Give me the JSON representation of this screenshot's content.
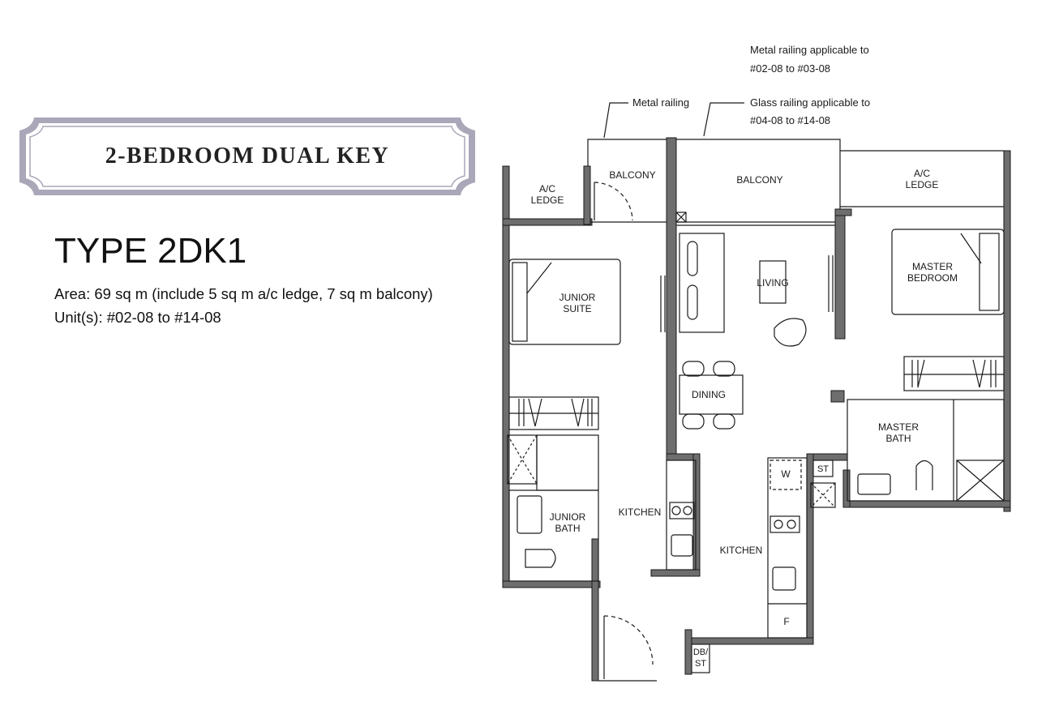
{
  "header": {
    "title": "2-BEDROOM DUAL KEY",
    "type_name": "TYPE 2DK1",
    "area_label": "Area:",
    "area_value": "69 sq m (include 5 sq m a/c ledge, 7 sq m balcony)",
    "units_label": "Unit(s):",
    "units_value": "#02-08 to #14-08"
  },
  "annotations": {
    "metal_railing": "Metal railing",
    "metal_railing_note_1": "Metal railing applicable to",
    "metal_railing_note_2": "#02-08 to #03-08",
    "glass_railing_note_1": "Glass railing applicable to",
    "glass_railing_note_2": "#04-08 to #14-08"
  },
  "rooms": {
    "ac_ledge_left_1": "A/C",
    "ac_ledge_left_2": "LEDGE",
    "balcony_left": "BALCONY",
    "balcony_center": "BALCONY",
    "ac_ledge_right_1": "A/C",
    "ac_ledge_right_2": "LEDGE",
    "junior_suite_1": "JUNIOR",
    "junior_suite_2": "SUITE",
    "living": "LIVING",
    "master_bedroom_1": "MASTER",
    "master_bedroom_2": "BEDROOM",
    "dining": "DINING",
    "master_bath_1": "MASTER",
    "master_bath_2": "BATH",
    "junior_bath_1": "JUNIOR",
    "junior_bath_2": "BATH",
    "kitchen_left": "KITCHEN",
    "kitchen_right": "KITCHEN",
    "washer": "W",
    "store": "ST",
    "fridge": "F",
    "db_st_1": "DB/",
    "db_st_2": "ST"
  },
  "colors": {
    "wall": "#6e6e6e",
    "line": "#1a1a1a",
    "plaque_border": "#a9a7b8",
    "plaque_fill": "#ffffff"
  }
}
